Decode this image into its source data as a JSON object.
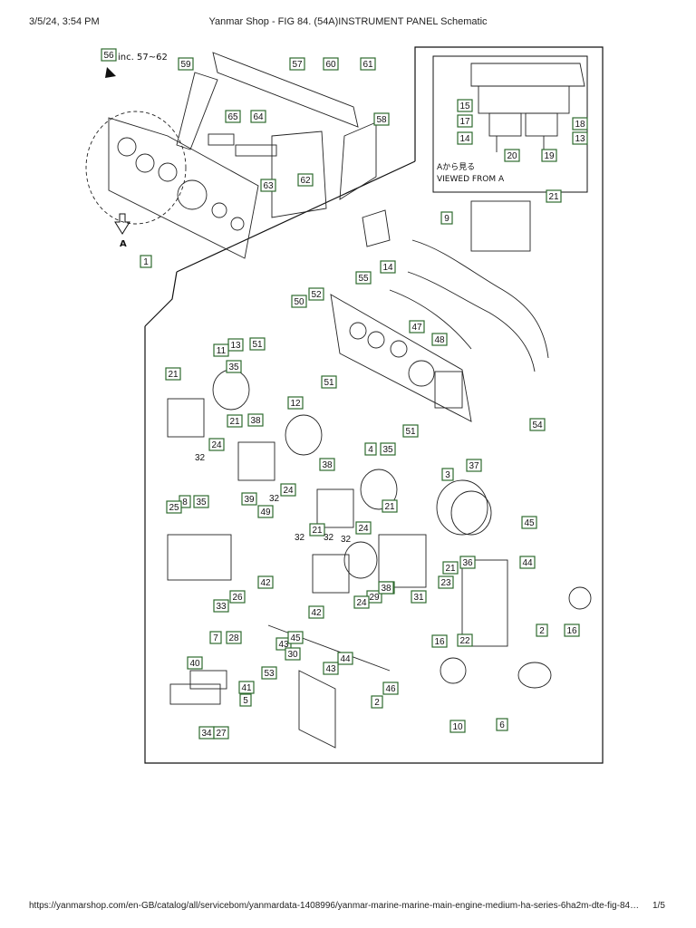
{
  "header": {
    "timestamp": "3/5/24, 3:54 PM",
    "title": "Yanmar Shop - FIG 84. (54A)INSTRUMENT PANEL Schematic"
  },
  "footer": {
    "url": "https://yanmarshop.com/en-GB/catalog/all/servicebom/yanmardata-1408996/yanmar-marine-marine-main-engine-medium-ha-series-6ha2m-dte-fig-84…",
    "page": "1/5"
  },
  "diagram": {
    "inc_note": "inc. 57~62",
    "view_label": "A",
    "inset_caption_jp": "Aから見る",
    "inset_caption_en": "VIEWED FROM A",
    "callouts": [
      "56",
      "59",
      "57",
      "60",
      "61",
      "65",
      "64",
      "58",
      "63",
      "62",
      "1",
      "15",
      "17",
      "18",
      "14",
      "13",
      "20",
      "19",
      "21",
      "9",
      "14",
      "55",
      "13",
      "52",
      "50",
      "11",
      "51",
      "47",
      "48",
      "21",
      "35",
      "38",
      "24",
      "32",
      "12",
      "51",
      "21",
      "38",
      "24",
      "4",
      "35",
      "51",
      "3",
      "37",
      "54",
      "21",
      "32",
      "24",
      "21",
      "38",
      "8",
      "35",
      "39",
      "49",
      "25",
      "26",
      "33",
      "32",
      "29",
      "24",
      "38",
      "31",
      "23",
      "21",
      "36",
      "45",
      "44",
      "42",
      "42",
      "43",
      "45",
      "30",
      "44",
      "43",
      "46",
      "2",
      "16",
      "22",
      "2",
      "16",
      "6",
      "10",
      "7",
      "28",
      "40",
      "41",
      "53",
      "5",
      "34",
      "27"
    ],
    "plain_numbers": [
      "32",
      "32",
      "32",
      "32",
      "32"
    ]
  }
}
